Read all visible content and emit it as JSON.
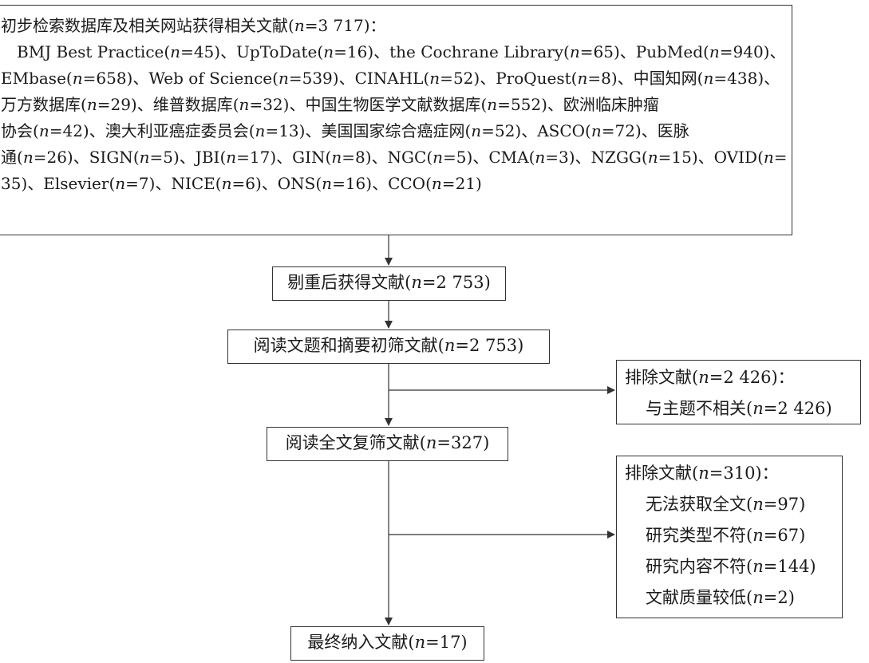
{
  "top": {
    "lines": [
      "初步检索数据库及相关网站获得相关文献(n=3 717)：",
      "BMJ Best Practice(n=45)、UpToDate(n=16)、the Cochrane Library(n=65)、PubMed(n=940)、",
      "EMbase(n=658)、Web of Science(n=539)、CINAHL(n=52)、ProQuest(n=8)、中国知网(n=438)、",
      "万方数据库(n=29)、维普数据库(n=32)、中国生物医学文献数据库(n=552)、欧洲临床肿瘤",
      "协会(n=42)、澳大利亚癌症委员会(n=13)、美国国家综合癌症网(n=52)、ASCO(n=72)、医脉",
      "通(n=26)、SIGN(n=5)、JBI(n=17)、GIN(n=8)、NGC(n=5)、CMA(n=3)、NZGG(n=15)、OVID(n=",
      "35)、Elsevier(n=7)、NICE(n=6)、ONS(n=16)、CCO(n=21)"
    ]
  },
  "flow": {
    "step1": "剔重后获得文献(n=2 753)",
    "step2": "阅读文题和摘要初筛文献(n=2 753)",
    "step3": "阅读全文复筛文献(n=327)",
    "step4": "最终纳入文献(n=17)"
  },
  "exclude1": {
    "title": "排除文献(n=2 426)：",
    "items": [
      "与主题不相关(n=2 426)"
    ]
  },
  "exclude2": {
    "title": "排除文献(n=310)：",
    "items": [
      "无法获取全文(n=97)",
      "研究类型不符(n=67)",
      "研究内容不符(n=144)",
      "文献质量较低(n=2)"
    ]
  }
}
